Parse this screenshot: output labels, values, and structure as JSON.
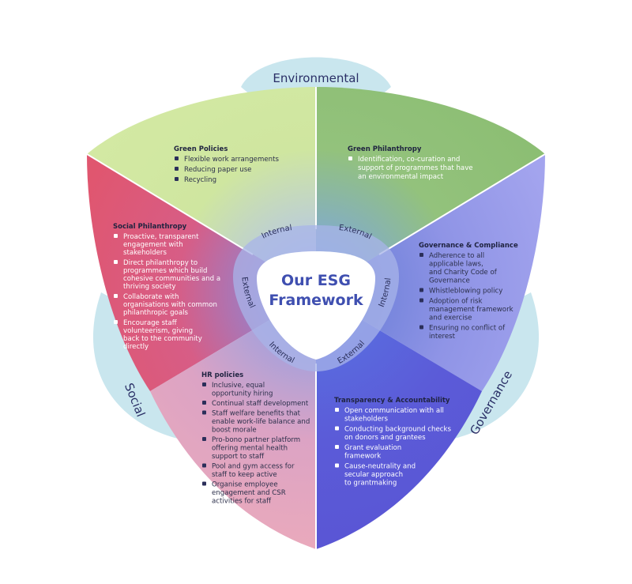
{
  "title_line1": "Our ESG",
  "title_line2": "Framework",
  "pillars": {
    "environmental": "Environmental",
    "social": "Social",
    "governance": "Governance"
  },
  "ring_labels": {
    "top_left": "Internal",
    "top_right": "External",
    "left": "External",
    "right": "Internal",
    "bottom_left": "Internal",
    "bottom_right": "External"
  },
  "sections": {
    "green_policies": {
      "title": "Green Policies",
      "items": [
        "Flexible work arrangements",
        "Reducing paper use",
        "Recycling"
      ]
    },
    "green_philanthropy": {
      "title": "Green Philanthropy",
      "items": [
        [
          "Identification, co-curation and",
          "support of programmes that have",
          "an environmental impact"
        ]
      ]
    },
    "social_philanthropy": {
      "title": "Social Philanthropy",
      "items": [
        [
          "Proactive, transparent",
          "engagement with",
          "stakeholders"
        ],
        [
          "Direct philanthropy to",
          "programmes which build",
          "cohesive communities and a",
          "thriving society"
        ],
        [
          "Collaborate with",
          "organisations with common",
          "philanthropic goals"
        ],
        [
          "Encourage staff",
          "volunteerism, giving",
          "back to the community",
          "directly"
        ]
      ]
    },
    "governance_compliance": {
      "title": "Governance & Compliance",
      "items": [
        [
          "Adherence to all",
          "applicable laws,",
          "and Charity Code of",
          "Governance"
        ],
        [
          "Whistleblowing policy"
        ],
        [
          "Adoption of risk",
          "management framework",
          "and exercise"
        ],
        [
          "Ensuring no conflict of",
          "interest"
        ]
      ]
    },
    "hr_policies": {
      "title": "HR policies",
      "items": [
        [
          "Inclusive, equal",
          "opportunity hiring"
        ],
        [
          "Continual staff development"
        ],
        [
          "Staff welfare benefits that",
          "enable work-life balance and",
          "boost morale"
        ],
        [
          "Pro-bono partner platform",
          "offering mental health",
          "support to staff"
        ],
        [
          "Pool and gym access for",
          "staff to keep active"
        ],
        [
          "Organise employee",
          "engagement and CSR",
          "activities for staff"
        ]
      ]
    },
    "transparency": {
      "title": "Transparency & Accountability",
      "items": [
        [
          "Open communication with all",
          "stakeholders"
        ],
        [
          "Conducting background checks",
          "on donors and grantees"
        ],
        [
          "Grant evaluation",
          "framework"
        ],
        [
          "Cause-neutrality and",
          "secular approach",
          "to grantmaking"
        ]
      ]
    }
  },
  "colors": {
    "green_light": "#cfe6a0",
    "green": "#8fc07a",
    "red": "#e0566f",
    "pink": "#e8a5b8",
    "purple": "#8d8fe8",
    "indigo": "#5b5bd8",
    "petal": "#c9e6ee",
    "center_ring": "#a8b4e8"
  }
}
